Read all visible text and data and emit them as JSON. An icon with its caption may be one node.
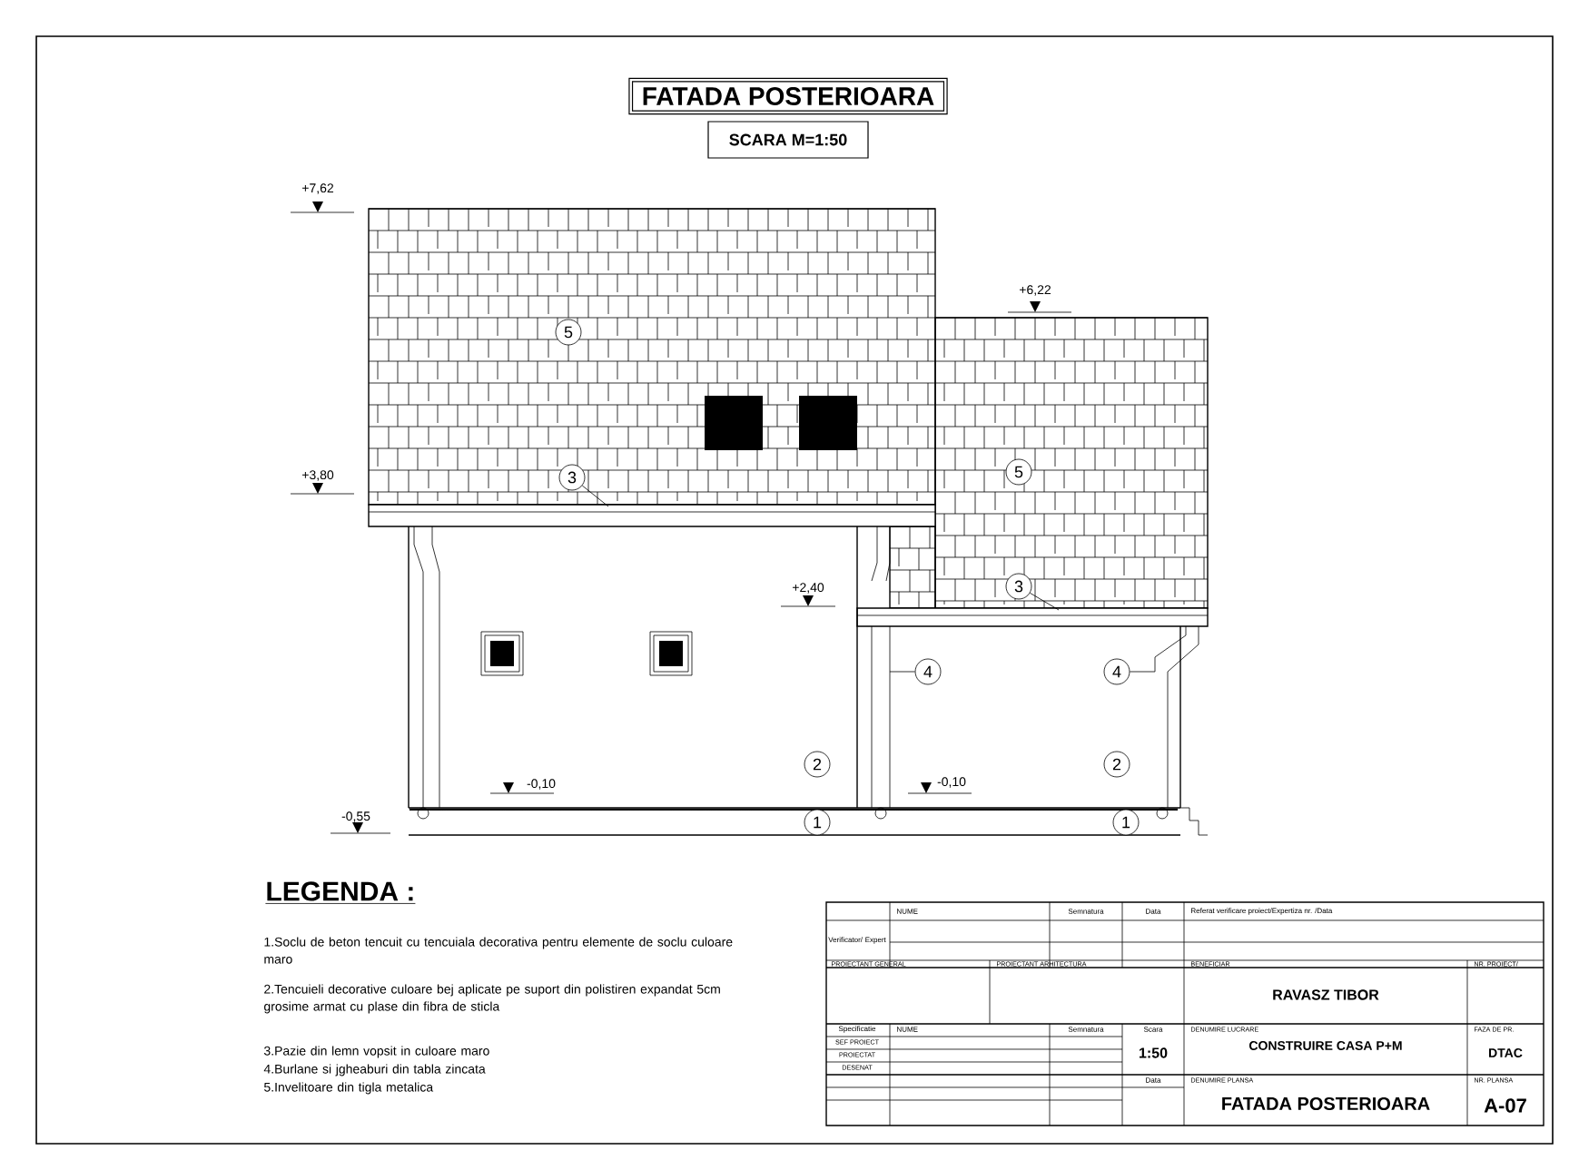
{
  "diagram": {
    "nodes": [
      {
        "text": [
          "FATADA POSTERIOARA"
        ]
      },
      {
        "text": [
          "SCARA M=1:50"
        ]
      },
      {
        "text": [
          "5"
        ]
      },
      {
        "text": [
          "3"
        ]
      },
      {
        "text": [
          "5"
        ]
      },
      {
        "text": [
          "3"
        ]
      },
      {
        "text": [
          "4"
        ]
      },
      {
        "text": [
          "4"
        ]
      },
      {
        "text": [
          "2"
        ]
      },
      {
        "text": [
          "2"
        ]
      },
      {
        "text": [
          "1"
        ]
      },
      {
        "text": [
          "1"
        ]
      }
    ],
    "edges": [
      {
        "from": 3,
        "to": null,
        "arrow": "none"
      },
      {
        "from": 5,
        "to": null,
        "arrow": "none"
      },
      {
        "from": 6,
        "to": null,
        "arrow": "none"
      },
      {
        "from": 7,
        "to": null,
        "arrow": "none"
      }
    ],
    "labels": [
      "+7,62",
      "+6,22",
      "+3,80",
      "+2,40",
      "-0,10",
      "-0,10",
      "-0,55",
      "LEGENDA :",
      "1.Soclu de beton tencuit cu tencuiala decorativa pentru elemente de soclu culoare maro",
      "2.Tencuieli decorative culoare bej aplicate pe suport din polistiren expandat 5cm grosime armat cu plase din fibra de sticla",
      "3.Pazie din lemn vopsit in culoare maro",
      "4.Burlane si jgheaburi din tabla zincata",
      "5.Invelitoare din tigla metalica",
      "NUME",
      "Semnatura",
      "Data",
      "Referat verificare proiect/Expertiza nr. /Data",
      "Verificator/ Expert",
      "PROIECTANT GENERAL",
      "PROIECTANT ARHITECTURA",
      "BENEFICIAR",
      "RAVASZ TIBOR",
      "NR. PROIECT/",
      "Specificatie",
      "NUME",
      "Semnatura",
      "Scara",
      "SEF PROIECT",
      "PROIECTAT",
      "DESENAT",
      "1:50",
      "DENUMIRE LUCRARE",
      "CONSTRUIRE CASA P+M",
      "FAZA DE PR.",
      "DTAC",
      "Data",
      "DENUMIRE PLANSA",
      "FATADA POSTERIOARA",
      "NR. PLANSA",
      "A-07"
    ]
  }
}
